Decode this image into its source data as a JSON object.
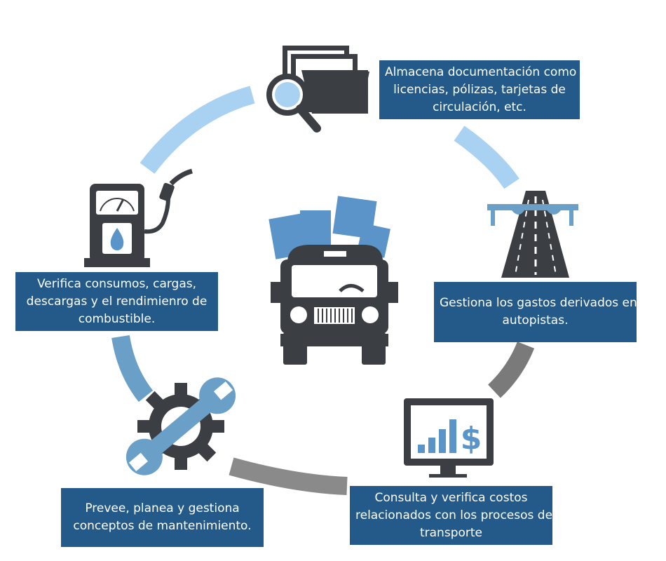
{
  "cycle_steps": [
    {
      "id": "documents",
      "icon": "folder-search-icon",
      "lines": [
        "Almacena documentación como",
        "licencias, pólizas, tarjetas de",
        "circulación, etc."
      ]
    },
    {
      "id": "highways",
      "icon": "highway-icon",
      "lines": [
        "Gestiona los gastos derivados en",
        "autopistas."
      ]
    },
    {
      "id": "costs",
      "icon": "monitor-dollar-chart-icon",
      "lines": [
        "Consulta y verifica costos",
        "relacionados con los procesos de",
        "transporte"
      ]
    },
    {
      "id": "maintenance",
      "icon": "wrench-gear-icon",
      "lines": [
        "Prevee, planea y gestiona",
        "conceptos de mantenimiento."
      ]
    },
    {
      "id": "fuel",
      "icon": "fuel-pump-icon",
      "lines": [
        "Verifica consumos, cargas,",
        "descargas y el rendimienro de",
        "combustible."
      ]
    }
  ],
  "center_icon": "delivery-truck-icon",
  "colors": {
    "box_bg": "#245a8a",
    "box_text": "#ffffff",
    "arc_light_blue": "#a9d2f2",
    "arc_mid_blue": "#6a9fc8",
    "arc_gray": "#7a7a7a",
    "icon_dark": "#3b3f44",
    "icon_blue": "#5b94c8"
  }
}
